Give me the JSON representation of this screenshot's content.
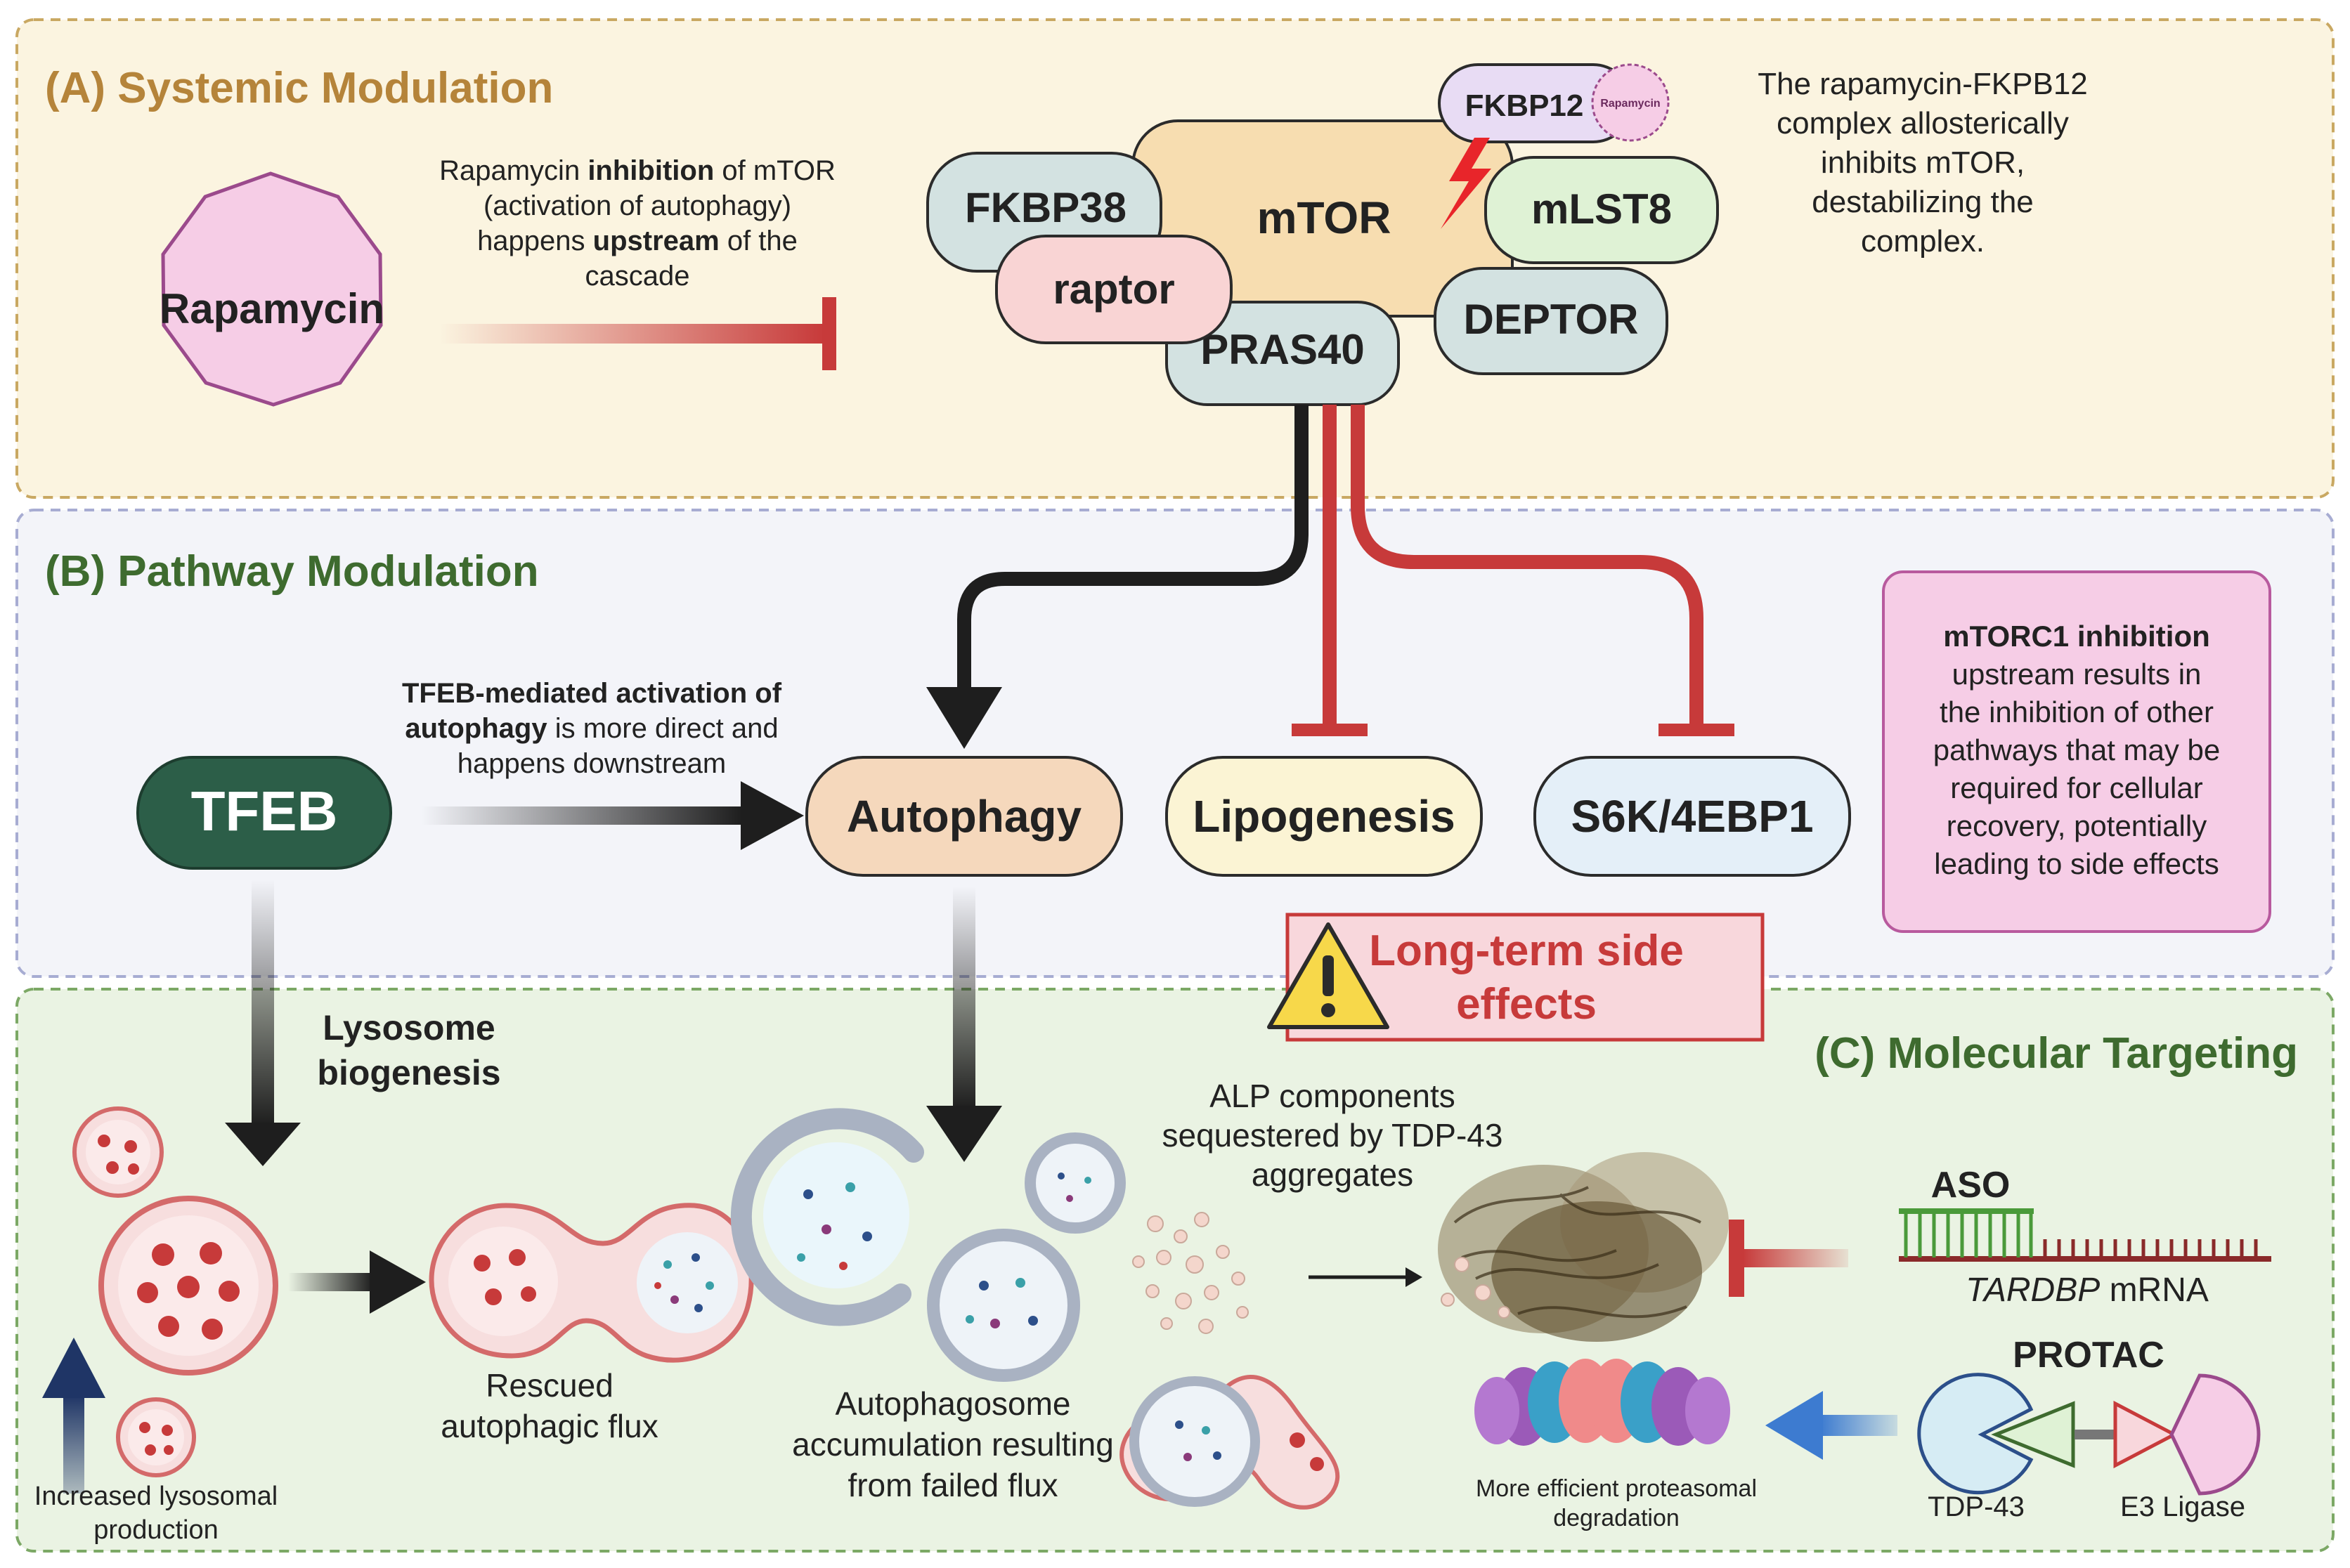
{
  "sections": {
    "a_title": "(A) Systemic Modulation",
    "b_title": "(B) Pathway Modulation",
    "c_title": "(C) Molecular Targeting"
  },
  "rapamycin": {
    "label": "Rapamycin",
    "note_1a": "Rapamycin ",
    "note_1b": "inhibition",
    "note_1c": " of mTOR",
    "note_2": "(activation of autophagy)",
    "note_3a": "happens ",
    "note_3b": "upstream",
    "note_3c": " of the",
    "note_4": "cascade"
  },
  "complex": {
    "mtor": "mTOR",
    "fkbp12": "FKBP12",
    "rapamycin_small": "Rapamycin",
    "fkbp38": "FKBP38",
    "mlst8": "mLST8",
    "raptor": "raptor",
    "deptor": "DEPTOR",
    "pras40": "PRAS40",
    "note_1": "The rapamycin-FKPB12",
    "note_2": "complex allosterically",
    "note_3": "inhibits mTOR,",
    "note_4": "destabilizing the",
    "note_5": "complex."
  },
  "pathway": {
    "tfeb": "TFEB",
    "autophagy": "Autophagy",
    "lipogenesis": "Lipogenesis",
    "s6k": "S6K/4EBP1",
    "tfeb_note_1": "TFEB-mediated activation of",
    "tfeb_note_2a": "autophagy",
    "tfeb_note_2b": " is more direct and",
    "tfeb_note_3": "happens downstream",
    "mtorc1_1": "mTORC1 inhibition",
    "mtorc1_2": "upstream results in",
    "mtorc1_3": "the inhibition of other",
    "mtorc1_4": "pathways that may be",
    "mtorc1_5": "required for cellular",
    "mtorc1_6": "recovery, potentially",
    "mtorc1_7": "leading to side effects",
    "warning_1": "Long-term side",
    "warning_2": "effects"
  },
  "molecular": {
    "lysosome_1": "Lysosome",
    "lysosome_2": "biogenesis",
    "increased_1": "Increased lysosomal",
    "increased_2": "production",
    "rescued_1": "Rescued",
    "rescued_2": "autophagic flux",
    "accum_1": "Autophagosome",
    "accum_2": "accumulation resulting",
    "accum_3": "from failed flux",
    "alp_1": "ALP components",
    "alp_2": "sequestered by TDP-43",
    "alp_3": "aggregates",
    "aso": "ASO",
    "tardbp": "TARDBP",
    "mrna": " mRNA",
    "protac": "PROTAC",
    "tdp43": "TDP-43",
    "e3": "E3 Ligase",
    "proteasome_1": "More efficient proteasomal",
    "proteasome_2": "degradation"
  },
  "colors": {
    "section_a": "#fbf4e0",
    "section_b": "#f3f4f9",
    "section_c": "#eaf3e3",
    "inhibit_red": "#c73a3a",
    "arrow_black": "#1e1e1e",
    "title_a": "#b5843a",
    "title_bc": "#3e6b2f"
  }
}
